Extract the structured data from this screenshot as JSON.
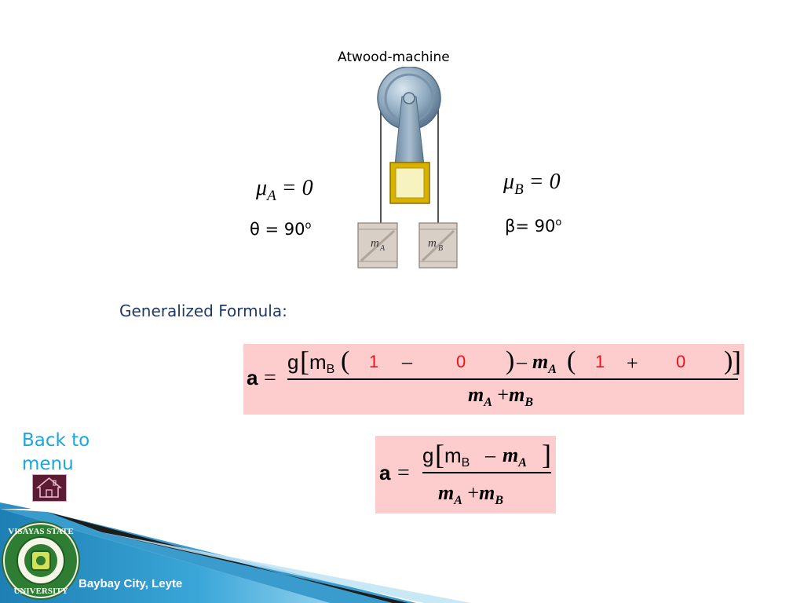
{
  "diagram": {
    "title": "Atwood-machine",
    "block_a_label": {
      "m": "m",
      "sub": "A"
    },
    "block_b_label": {
      "m": "m",
      "sub": "B"
    }
  },
  "left_side": {
    "mu_symbol": "μ",
    "mu_sub": "A",
    "mu_value": "= 0",
    "angle_text": "θ = 90",
    "angle_unit": "o"
  },
  "right_side": {
    "mu_symbol": "μ",
    "mu_sub": "B",
    "mu_value": "= 0",
    "angle_text": "β= 90",
    "angle_unit": "o"
  },
  "generalized_label": "Generalized Formula:",
  "formula_general": {
    "lhs": "a",
    "eq": "=",
    "g": "g",
    "mB": "m",
    "mB_sub": "B",
    "val1": "1",
    "minus": "–",
    "val2": "0",
    "minus2": "–",
    "mA": "m",
    "mA_sub": "A",
    "val3": "1",
    "plus": "+",
    "val4": "0",
    "denominator": {
      "m1": "m",
      "s1": "A",
      "plus": "+",
      "m2": "m",
      "s2": "B"
    }
  },
  "formula_simplified": {
    "lhs": "a",
    "eq": "=",
    "g": "g",
    "mB": "m",
    "mB_sub": "B",
    "minus": "–",
    "mA": "m",
    "mA_sub": "A",
    "denominator": {
      "m1": "m",
      "s1": "A",
      "plus": "+",
      "m2": "m",
      "s2": "B"
    }
  },
  "nav": {
    "back_line1": "Back to",
    "back_line2": "menu",
    "home_icon": "home-icon"
  },
  "footer": {
    "location": "Baybay City, Leyte",
    "logo_top": "VISAYAS STATE",
    "logo_bottom": "UNIVERSITY"
  },
  "colors": {
    "formula_bg": "#fdcccc",
    "highlight_value": "#e8141b",
    "link": "#1aa7e0",
    "label": "#1f3a68",
    "footer_blue": "#2a8fc4"
  }
}
